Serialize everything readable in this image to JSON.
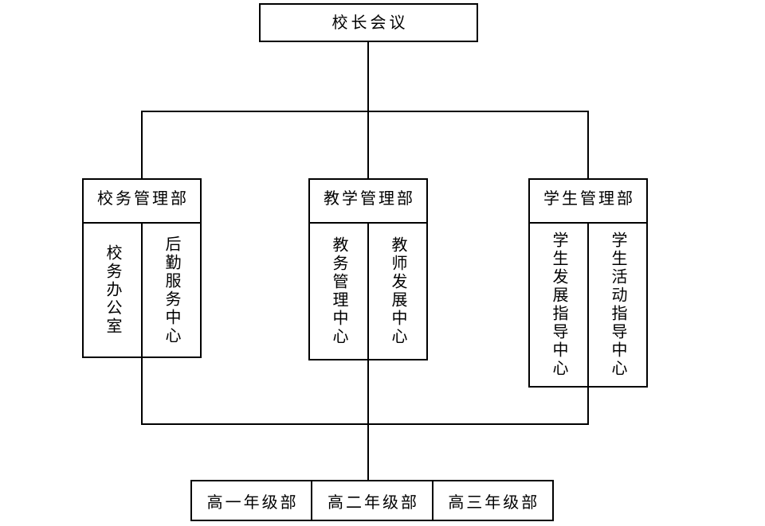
{
  "diagram": {
    "root": "校长会议",
    "departments": [
      {
        "name": "校务管理部",
        "centers": [
          "校务办公室",
          "后勤服务中心"
        ]
      },
      {
        "name": "教学管理部",
        "centers": [
          "教务管理中心",
          "教师发展中心"
        ]
      },
      {
        "name": "学生管理部",
        "centers": [
          "学生发展指导中心",
          "学生活动指导中心"
        ]
      }
    ],
    "grades": [
      "高一年级部",
      "高二年级部",
      "高三年级部"
    ]
  },
  "colors": {
    "line": "#000000",
    "background": "#ffffff",
    "text": "#000000"
  }
}
